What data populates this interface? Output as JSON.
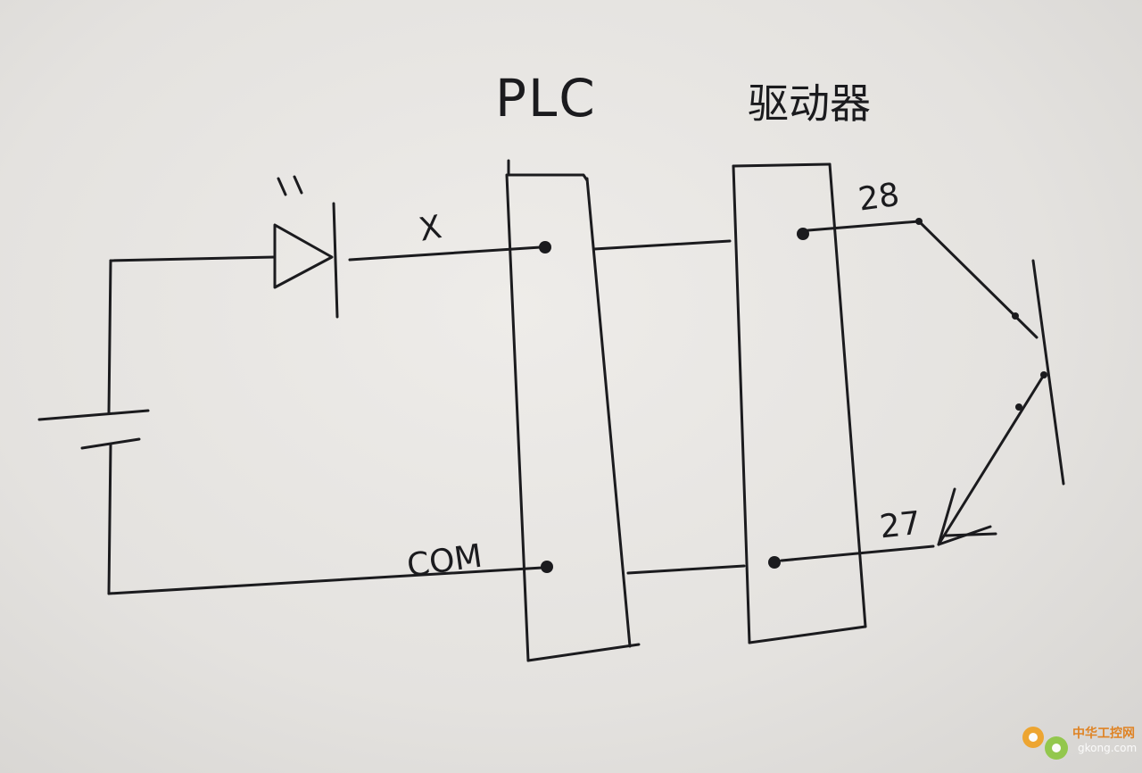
{
  "labels": {
    "plc": "PLC",
    "driver": "驱动器",
    "x": "X",
    "com": "COM",
    "pin_28": "28",
    "pin_27": "27"
  },
  "watermark": {
    "brand": "中华工控网",
    "domain": "gkong.com"
  },
  "colors": {
    "ink": "#1b1b1e",
    "paper": "#e6e4e1",
    "watermark_orange": "#f0a020",
    "watermark_green": "#8cc63f"
  }
}
